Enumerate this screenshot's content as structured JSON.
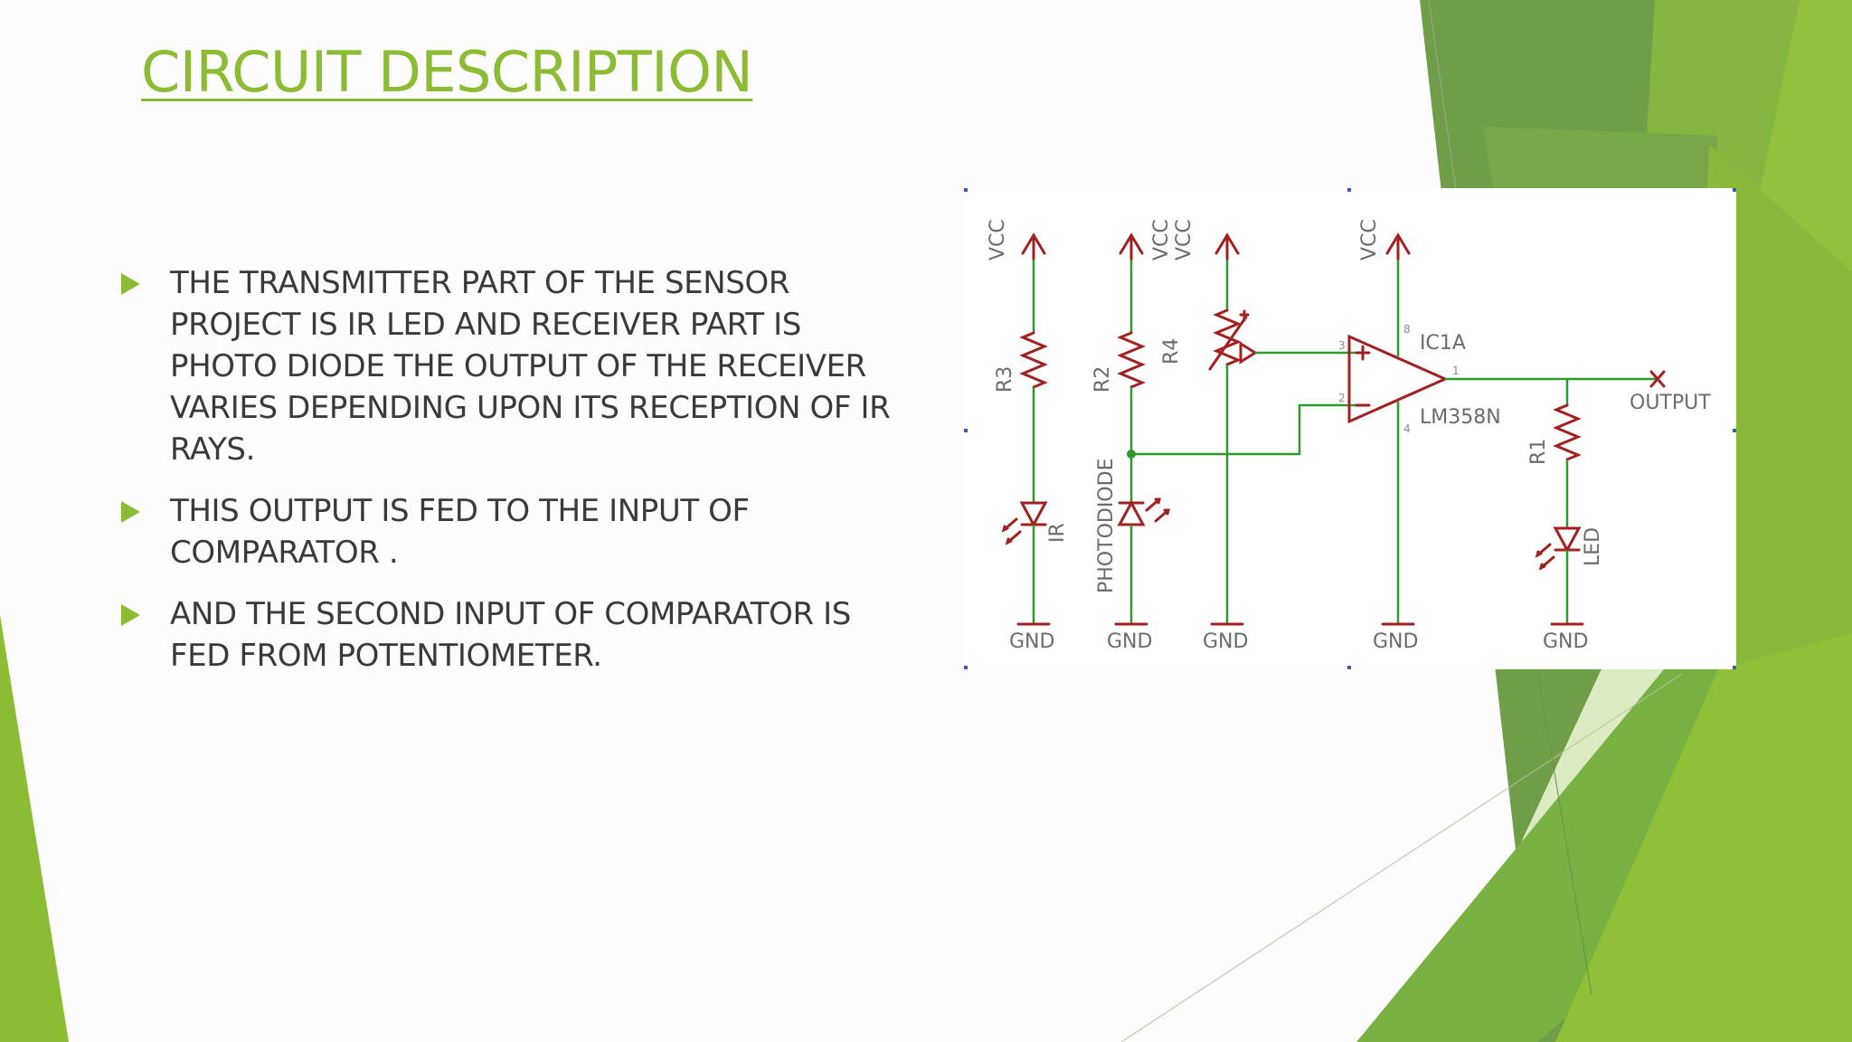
{
  "slide": {
    "title": "CIRCUIT DESCRIPTION",
    "bullets": [
      {
        "text": "THE TRANSMITTER PART OF THE SENSOR\nPROJECT IS  IR LED AND RECEIVER PART IS\nPHOTO DIODE THE OUTPUT OF THE RECEIVER\nVARIES DEPENDING UPON ITS RECEPTION OF IR\nRAYS."
      },
      {
        "text": "THIS OUTPUT IS FED TO THE INPUT OF\nCOMPARATOR ."
      },
      {
        "text": "AND THE SECOND INPUT OF COMPARATOR IS\nFED FROM POTENTIOMETER."
      }
    ]
  },
  "schematic": {
    "supply_label": "VCC",
    "ground_label": "GND",
    "resistors": [
      "R3",
      "R2",
      "R4",
      "R1"
    ],
    "ir_label": "IR",
    "photodiode_label": "PHOTODIODE",
    "led_label": "LED",
    "ic_name": "IC1A",
    "ic_part": "LM358N",
    "output_label": "OUTPUT",
    "pins": {
      "noninverting": "3",
      "inverting": "2",
      "output": "1",
      "vcc": "8",
      "gnd": "4"
    },
    "colors": {
      "component": "#a32020",
      "wire": "#2e9a2e"
    }
  },
  "theme": {
    "accent": "#8cbc34",
    "text": "#3a3a3a"
  }
}
